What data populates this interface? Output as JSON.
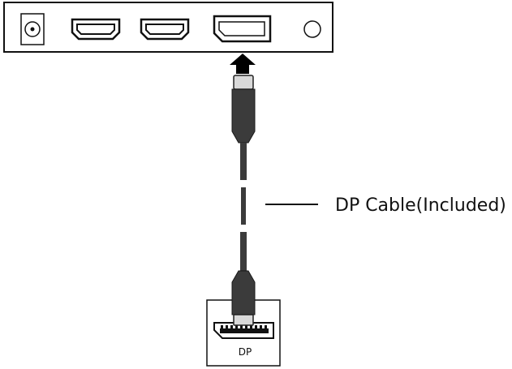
{
  "monitor_panel": {
    "ports": [
      {
        "type": "power-dc-jack"
      },
      {
        "type": "hdmi"
      },
      {
        "type": "hdmi"
      },
      {
        "type": "displayport",
        "highlighted": true
      },
      {
        "type": "audio-jack"
      }
    ]
  },
  "callout": {
    "label": "DP Cable(Included)"
  },
  "source_device": {
    "port_label": "DP"
  },
  "colors": {
    "outline": "#111111",
    "cable": "#3b3b3b",
    "connector_tip": "#d9d9d9",
    "background": "#ffffff"
  },
  "icons": [
    "arrow-up-icon"
  ]
}
